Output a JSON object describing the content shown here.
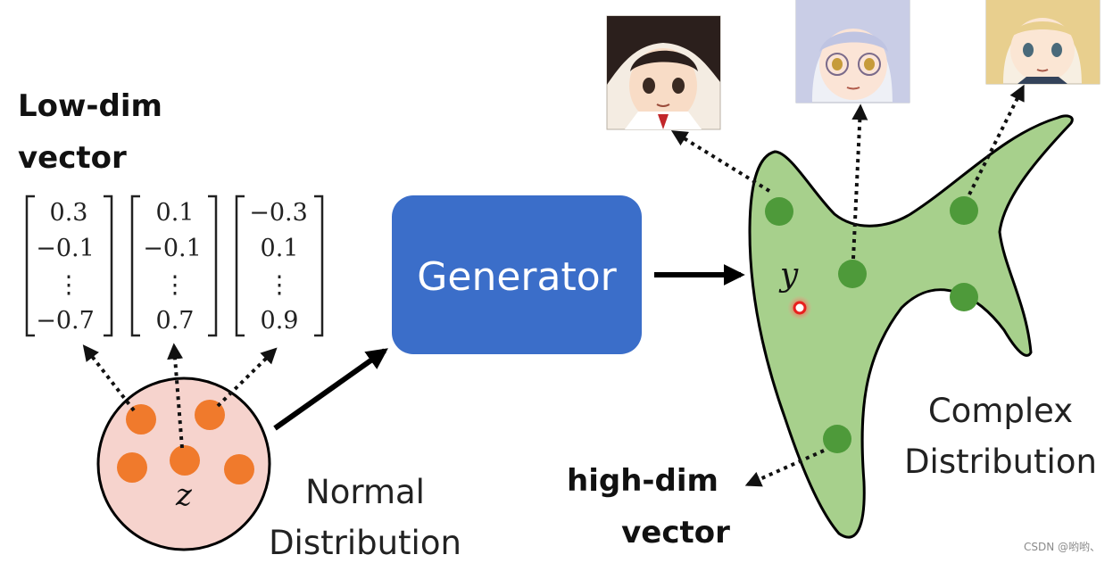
{
  "low_dim_label": {
    "line1": "Low-dim",
    "line2": "vector"
  },
  "vectors": [
    {
      "values": [
        "0.3",
        "−0.1",
        "⋮",
        "−0.7"
      ]
    },
    {
      "values": [
        "0.1",
        "−0.1",
        "⋮",
        "0.7"
      ]
    },
    {
      "values": [
        "−0.3",
        "0.1",
        "⋮",
        "0.9"
      ]
    }
  ],
  "generator_label": "Generator",
  "normal_distribution": {
    "line1": "Normal",
    "line2": "Distribution",
    "variable": "z"
  },
  "complex_distribution": {
    "line1": "Complex",
    "line2": "Distribution",
    "variable": "y"
  },
  "high_dim_label": {
    "line1": "high-dim",
    "line2": "vector"
  },
  "watermark": "CSDN @哟哟、",
  "colors": {
    "generator_fill": "#3b6ec9",
    "normal_circle_fill": "#f6d3cd",
    "orange_dot": "#f07a2c",
    "complex_fill": "#a7d08c",
    "green_dot": "#4e9a3a",
    "red_marker": "#e8201e"
  },
  "icons": {
    "anime_images": [
      "anime-portrait-dark-hair",
      "anime-portrait-silver-hair-glasses",
      "anime-portrait-blonde-hair"
    ]
  }
}
